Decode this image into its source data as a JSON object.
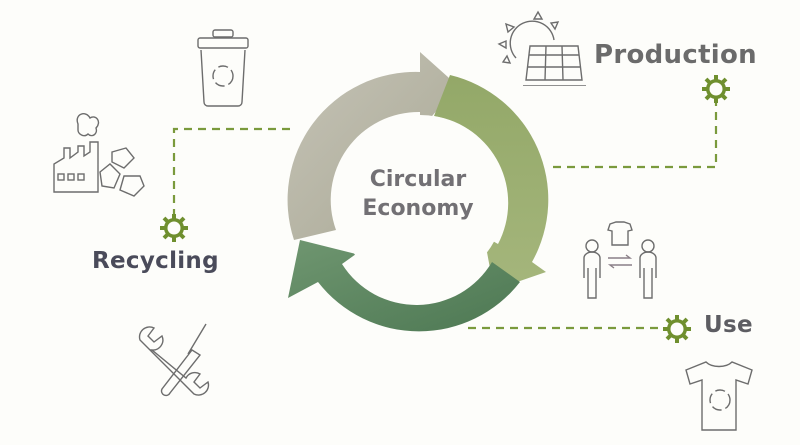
{
  "diagram": {
    "center_title_line1": "Circular",
    "center_title_line2": "Economy",
    "stages": [
      {
        "label": "Production",
        "icon": "solar-panel-icon"
      },
      {
        "label": "Use",
        "icon": "people-exchange-icon"
      },
      {
        "label": "Recycling",
        "icon": "factory-recycle-icon"
      }
    ],
    "extra_icons": [
      "recycle-bin-icon",
      "tools-icon",
      "tshirt-recycle-icon"
    ],
    "colors": {
      "background": "#fdfdfa",
      "arrow_gray": "#b9b8a8",
      "arrow_light_green": "#97aa6c",
      "arrow_dark_green": "#5e8661",
      "connector_green": "#6f8f2e",
      "icon_stroke": "#6d6d6d"
    }
  }
}
